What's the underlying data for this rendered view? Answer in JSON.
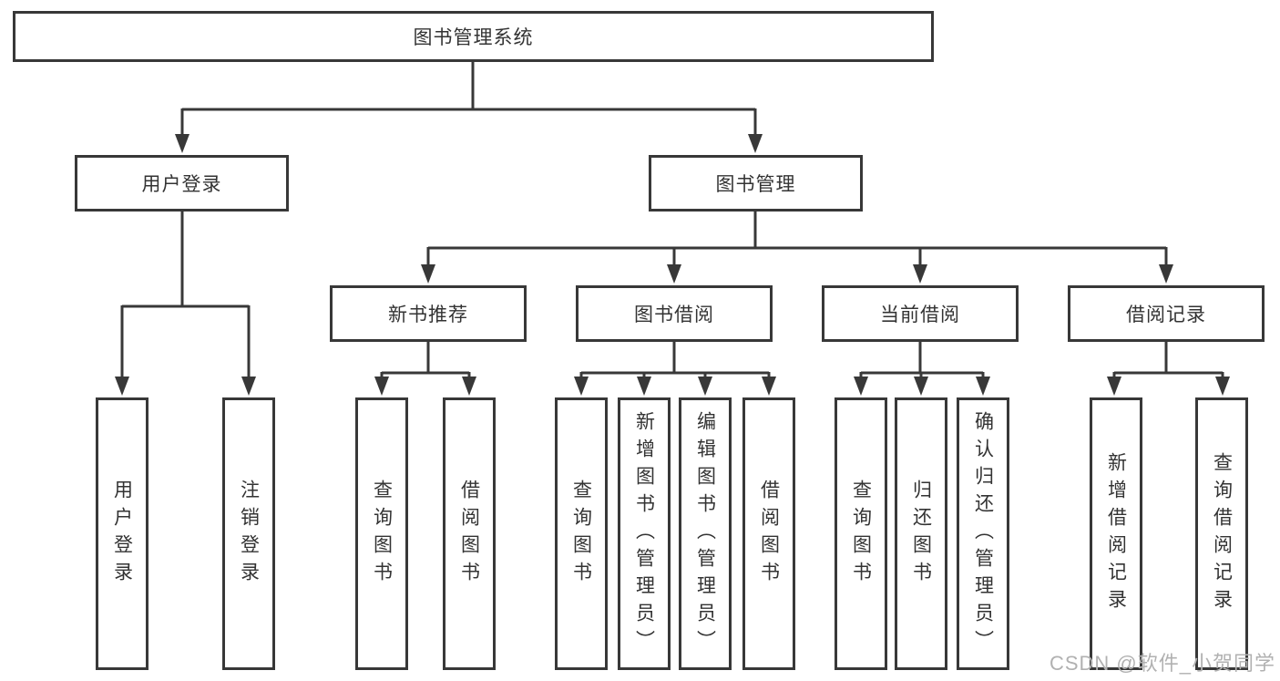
{
  "nodes": {
    "root": "图书管理系统",
    "branches": [
      "用户登录",
      "图书管理"
    ],
    "sections": [
      "新书推荐",
      "图书借阅",
      "当前借阅",
      "借阅记录"
    ],
    "leaves": [
      "用户登录",
      "注销登录",
      "查询图书",
      "借阅图书",
      "查询图书",
      "新增图书（管理员）",
      "编辑图书（管理员）",
      "借阅图书",
      "查询图书",
      "归还图书",
      "确认归还（管理员）",
      "新增借阅记录",
      "查询借阅记录"
    ]
  },
  "watermark": {
    "text": "CSDN @软件_小贺同学"
  },
  "colors": {
    "line": "#383838",
    "box_border": "#383838",
    "text": "#333333",
    "watermark": "#b1b1b1",
    "background": "#ffffff"
  }
}
